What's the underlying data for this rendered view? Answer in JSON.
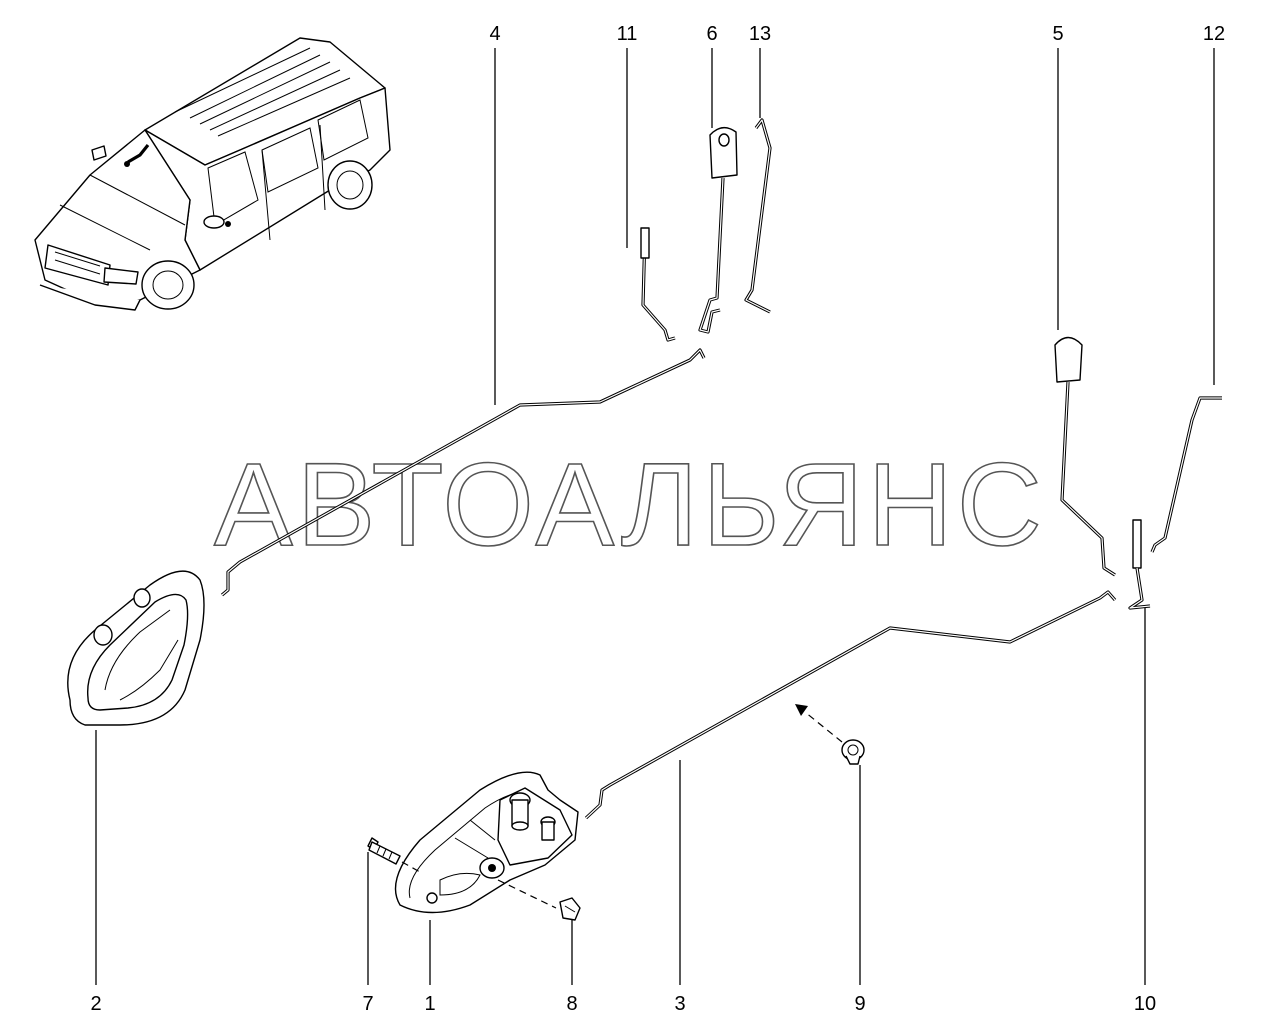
{
  "watermark": "АВТОАЛЬЯНС",
  "callouts": {
    "c1": "1",
    "c2": "2",
    "c3": "3",
    "c4": "4",
    "c5": "5",
    "c6": "6",
    "c7": "7",
    "c8": "8",
    "c9": "9",
    "c10": "10",
    "c11": "11",
    "c12": "12",
    "c13": "13"
  },
  "colors": {
    "line": "#000000",
    "background": "#ffffff",
    "watermark_outline": "#555555"
  }
}
